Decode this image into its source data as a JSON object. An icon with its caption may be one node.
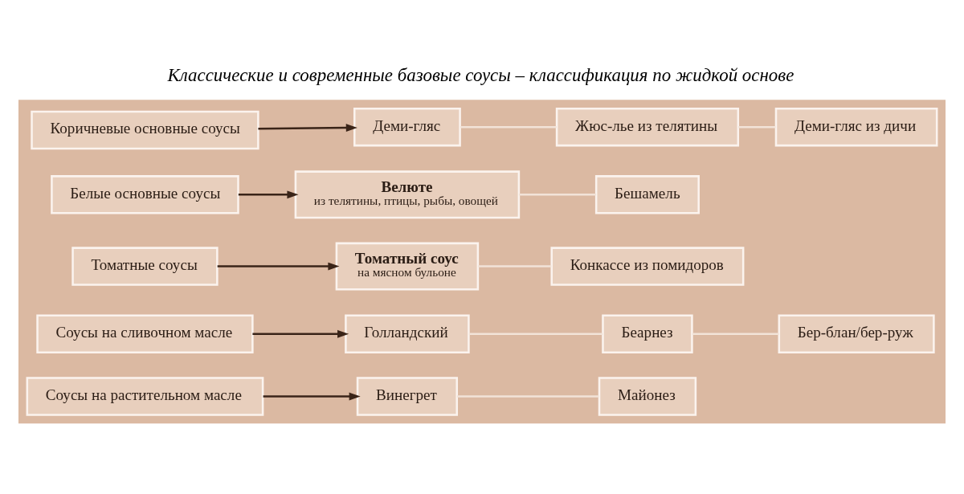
{
  "diagram": {
    "title": "Классические и современные базовые соусы – классификация по жидкой основе",
    "nodes": [
      {
        "text": [],
        "shape": "box"
      },
      {
        "text": [
          "Коричневые основные соусы"
        ],
        "in": 0
      },
      {
        "text": [
          "Деми-гляс"
        ],
        "in": 0
      },
      {
        "text": [
          "Жюс-лье из телятины"
        ],
        "in": 0
      },
      {
        "text": [
          "Деми-гляс из дичи"
        ],
        "in": 0
      },
      {
        "text": [
          "Белые основные соусы"
        ],
        "in": 0
      },
      {
        "text": [
          "Велюте",
          "из телятины, птицы, рыбы, овощей"
        ],
        "in": 0
      },
      {
        "text": [
          "Бешамель"
        ],
        "in": 0
      },
      {
        "text": [
          "Томатные соусы"
        ],
        "in": 0
      },
      {
        "text": [
          "Томатный соус",
          "на мясном бульоне"
        ],
        "in": 0
      },
      {
        "text": [
          "Конкассе из помидоров"
        ],
        "in": 0
      },
      {
        "text": [
          "Соусы на сливочном масле"
        ],
        "in": 0
      },
      {
        "text": [
          "Голландский"
        ],
        "in": 0
      },
      {
        "text": [
          "Беарнез"
        ],
        "in": 0
      },
      {
        "text": [
          "Бер-блан/бер-руж"
        ],
        "in": 0
      },
      {
        "text": [
          "Соусы на растительном масле"
        ],
        "in": 0
      },
      {
        "text": [
          "Винегрет"
        ],
        "in": 0
      },
      {
        "text": [
          "Майонез"
        ],
        "in": 0
      }
    ],
    "edges": [
      {
        "from": 1,
        "to": 2,
        "arrow": "to",
        "color": "#3a2418"
      },
      {
        "from": 2,
        "to": 3,
        "arrow": "none"
      },
      {
        "from": 3,
        "to": 4,
        "arrow": "none"
      },
      {
        "from": 5,
        "to": 6,
        "arrow": "to",
        "color": "#3a2418"
      },
      {
        "from": 6,
        "to": 7,
        "arrow": "none"
      },
      {
        "from": 8,
        "to": 9,
        "arrow": "to",
        "color": "#3a2418"
      },
      {
        "from": 9,
        "to": 10,
        "arrow": "none"
      },
      {
        "from": 11,
        "to": 12,
        "arrow": "to",
        "color": "#3a2418"
      },
      {
        "from": 12,
        "to": 13,
        "arrow": "none"
      },
      {
        "from": 13,
        "to": 14,
        "arrow": "none"
      },
      {
        "from": 15,
        "to": 16,
        "arrow": "to",
        "color": "#3a2418"
      },
      {
        "from": 16,
        "to": 17,
        "arrow": "none"
      }
    ]
  }
}
